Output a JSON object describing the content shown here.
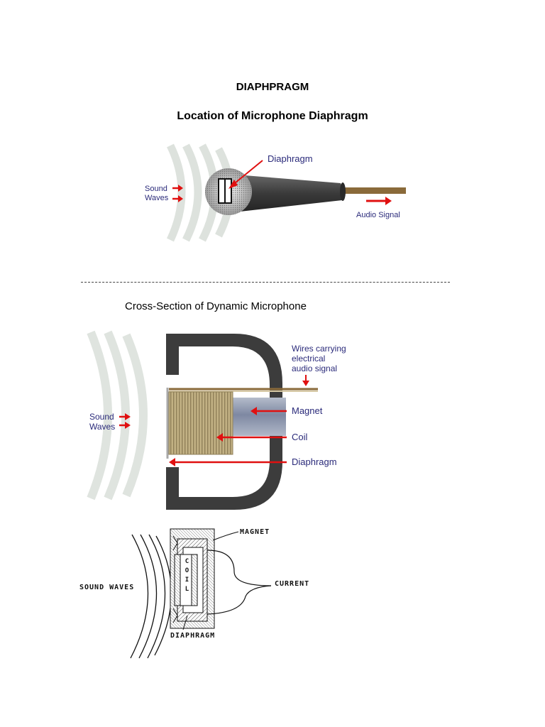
{
  "title": "DIAPHPRAGM",
  "figure1": {
    "title": "Location of Microphone Diaphragm",
    "labels": {
      "diaphragm": "Diaphragm",
      "sound_waves_line1": "Sound",
      "sound_waves_line2": "Waves",
      "audio_signal": "Audio Signal"
    }
  },
  "figure2": {
    "title": "Cross-Section of Dynamic Microphone",
    "labels": {
      "wires_line1": "Wires carrying",
      "wires_line2": "electrical",
      "wires_line3": "audio signal",
      "magnet": "Magnet",
      "coil": "Coil",
      "diaphragm": "Diaphragm",
      "sound_waves_line1": "Sound",
      "sound_waves_line2": "Waves"
    }
  },
  "figure3": {
    "labels": {
      "magnet": "MAGNET",
      "current": "CURRENT",
      "sound_waves": "SOUND WAVES",
      "diaphragm": "DIAPHRAGM",
      "coil_letters": [
        "C",
        "O",
        "I",
        "L"
      ]
    }
  },
  "colors": {
    "arrow_red": "#e01010",
    "label_blue": "#2a2a7a",
    "wave_gray": "#d8dcd8",
    "body_dark": "#3c3c3c",
    "coil_tan": "#b8a67a",
    "magnet_blue": "#8e98b0",
    "cable_brown": "#8a6a3a"
  }
}
